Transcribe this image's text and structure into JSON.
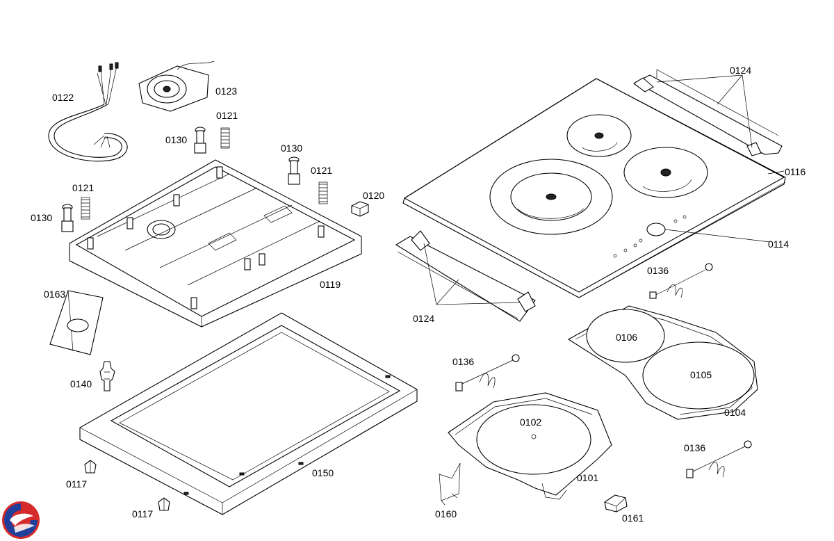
{
  "diagram": {
    "labels": {
      "p0122": "0122",
      "p0123": "0123",
      "p0121_top": "0121",
      "p0130_top": "0130",
      "p0130_mid": "0130",
      "p0121_mid": "0121",
      "p0121_left": "0121",
      "p0120": "0120",
      "p0130_left": "0130",
      "p0119": "0119",
      "p0163": "0163",
      "p0140": "0140",
      "p0117_a": "0117",
      "p0117_b": "0117",
      "p0150": "0150",
      "p0124_top": "0124",
      "p0116": "0116",
      "p0114": "0114",
      "p0136_a": "0136",
      "p0124_bottom": "0124",
      "p0106": "0106",
      "p0105": "0105",
      "p0104": "0104",
      "p0136_b": "0136",
      "p0102": "0102",
      "p0101": "0101",
      "p0136_c": "0136",
      "p0160": "0160",
      "p0161": "0161"
    },
    "logo_colors": {
      "red": "#d62b2b",
      "blue": "#1f3f9a"
    }
  }
}
